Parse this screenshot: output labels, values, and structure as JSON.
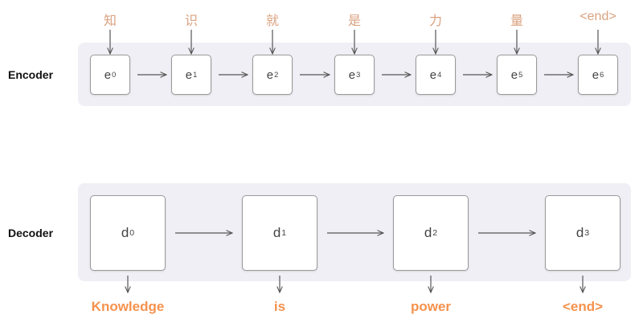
{
  "encoder": {
    "label": "Encoder",
    "inputs": [
      "知",
      "识",
      "就",
      "是",
      "力",
      "量",
      "<end>"
    ],
    "nodes": [
      {
        "base": "e",
        "sub": "0"
      },
      {
        "base": "e",
        "sub": "1"
      },
      {
        "base": "e",
        "sub": "2"
      },
      {
        "base": "e",
        "sub": "3"
      },
      {
        "base": "e",
        "sub": "4"
      },
      {
        "base": "e",
        "sub": "5"
      },
      {
        "base": "e",
        "sub": "6"
      }
    ]
  },
  "decoder": {
    "label": "Decoder",
    "nodes": [
      {
        "base": "d",
        "sub": "0"
      },
      {
        "base": "d",
        "sub": "1"
      },
      {
        "base": "d",
        "sub": "2"
      },
      {
        "base": "d",
        "sub": "3"
      }
    ],
    "outputs": [
      "Knowledge",
      "is",
      "power",
      "<end>"
    ]
  },
  "colors": {
    "panel": "#f0eff5",
    "input_token": "#d9a27f",
    "output_token": "#f5924e",
    "arrow": "#555555"
  }
}
